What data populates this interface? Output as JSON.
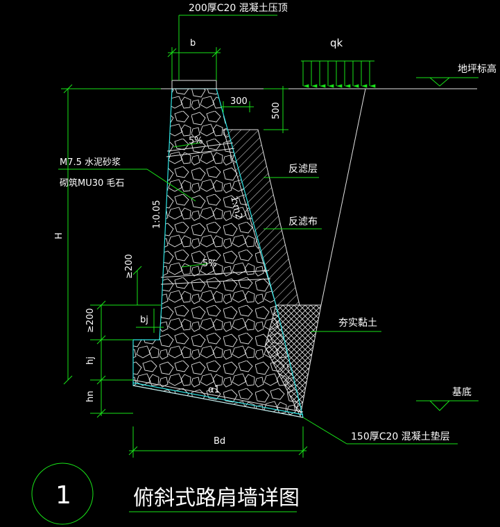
{
  "colors": {
    "background": "#000000",
    "line_green": "#19e619",
    "line_white": "#e6e6e6",
    "line_cyan": "#2ee6e6",
    "text": "#ffffff"
  },
  "labels": {
    "cap_note": "200厚C20 混凝土压顶",
    "dim_b": "b",
    "load": "qk",
    "ground_level": "地坪标高",
    "dim_300": "300",
    "dim_500": "500",
    "slope_5_top": "5%",
    "mortar": "M7.5  水泥砂浆",
    "masonry": "砌筑MU30  毛石",
    "slope_ratio": "1:0.05",
    "back_slope": "1:m2",
    "filter_layer": "反滤层",
    "filter_cloth": "反滤布",
    "slope_5_bottom": "5%",
    "dim_ge200_a": "≥200",
    "dim_H": "H",
    "dim_ge200_b": "≥200",
    "dim_bj": "bj",
    "compacted_clay": "夯实黏土",
    "dim_hj": "hj",
    "base_slope": "α1",
    "dim_hn": "hn",
    "base_level": "基底",
    "cushion": "150厚C20 混凝土垫层",
    "dim_Bd": "Bd",
    "detail_number": "1",
    "title": "俯斜式路肩墙详图"
  }
}
